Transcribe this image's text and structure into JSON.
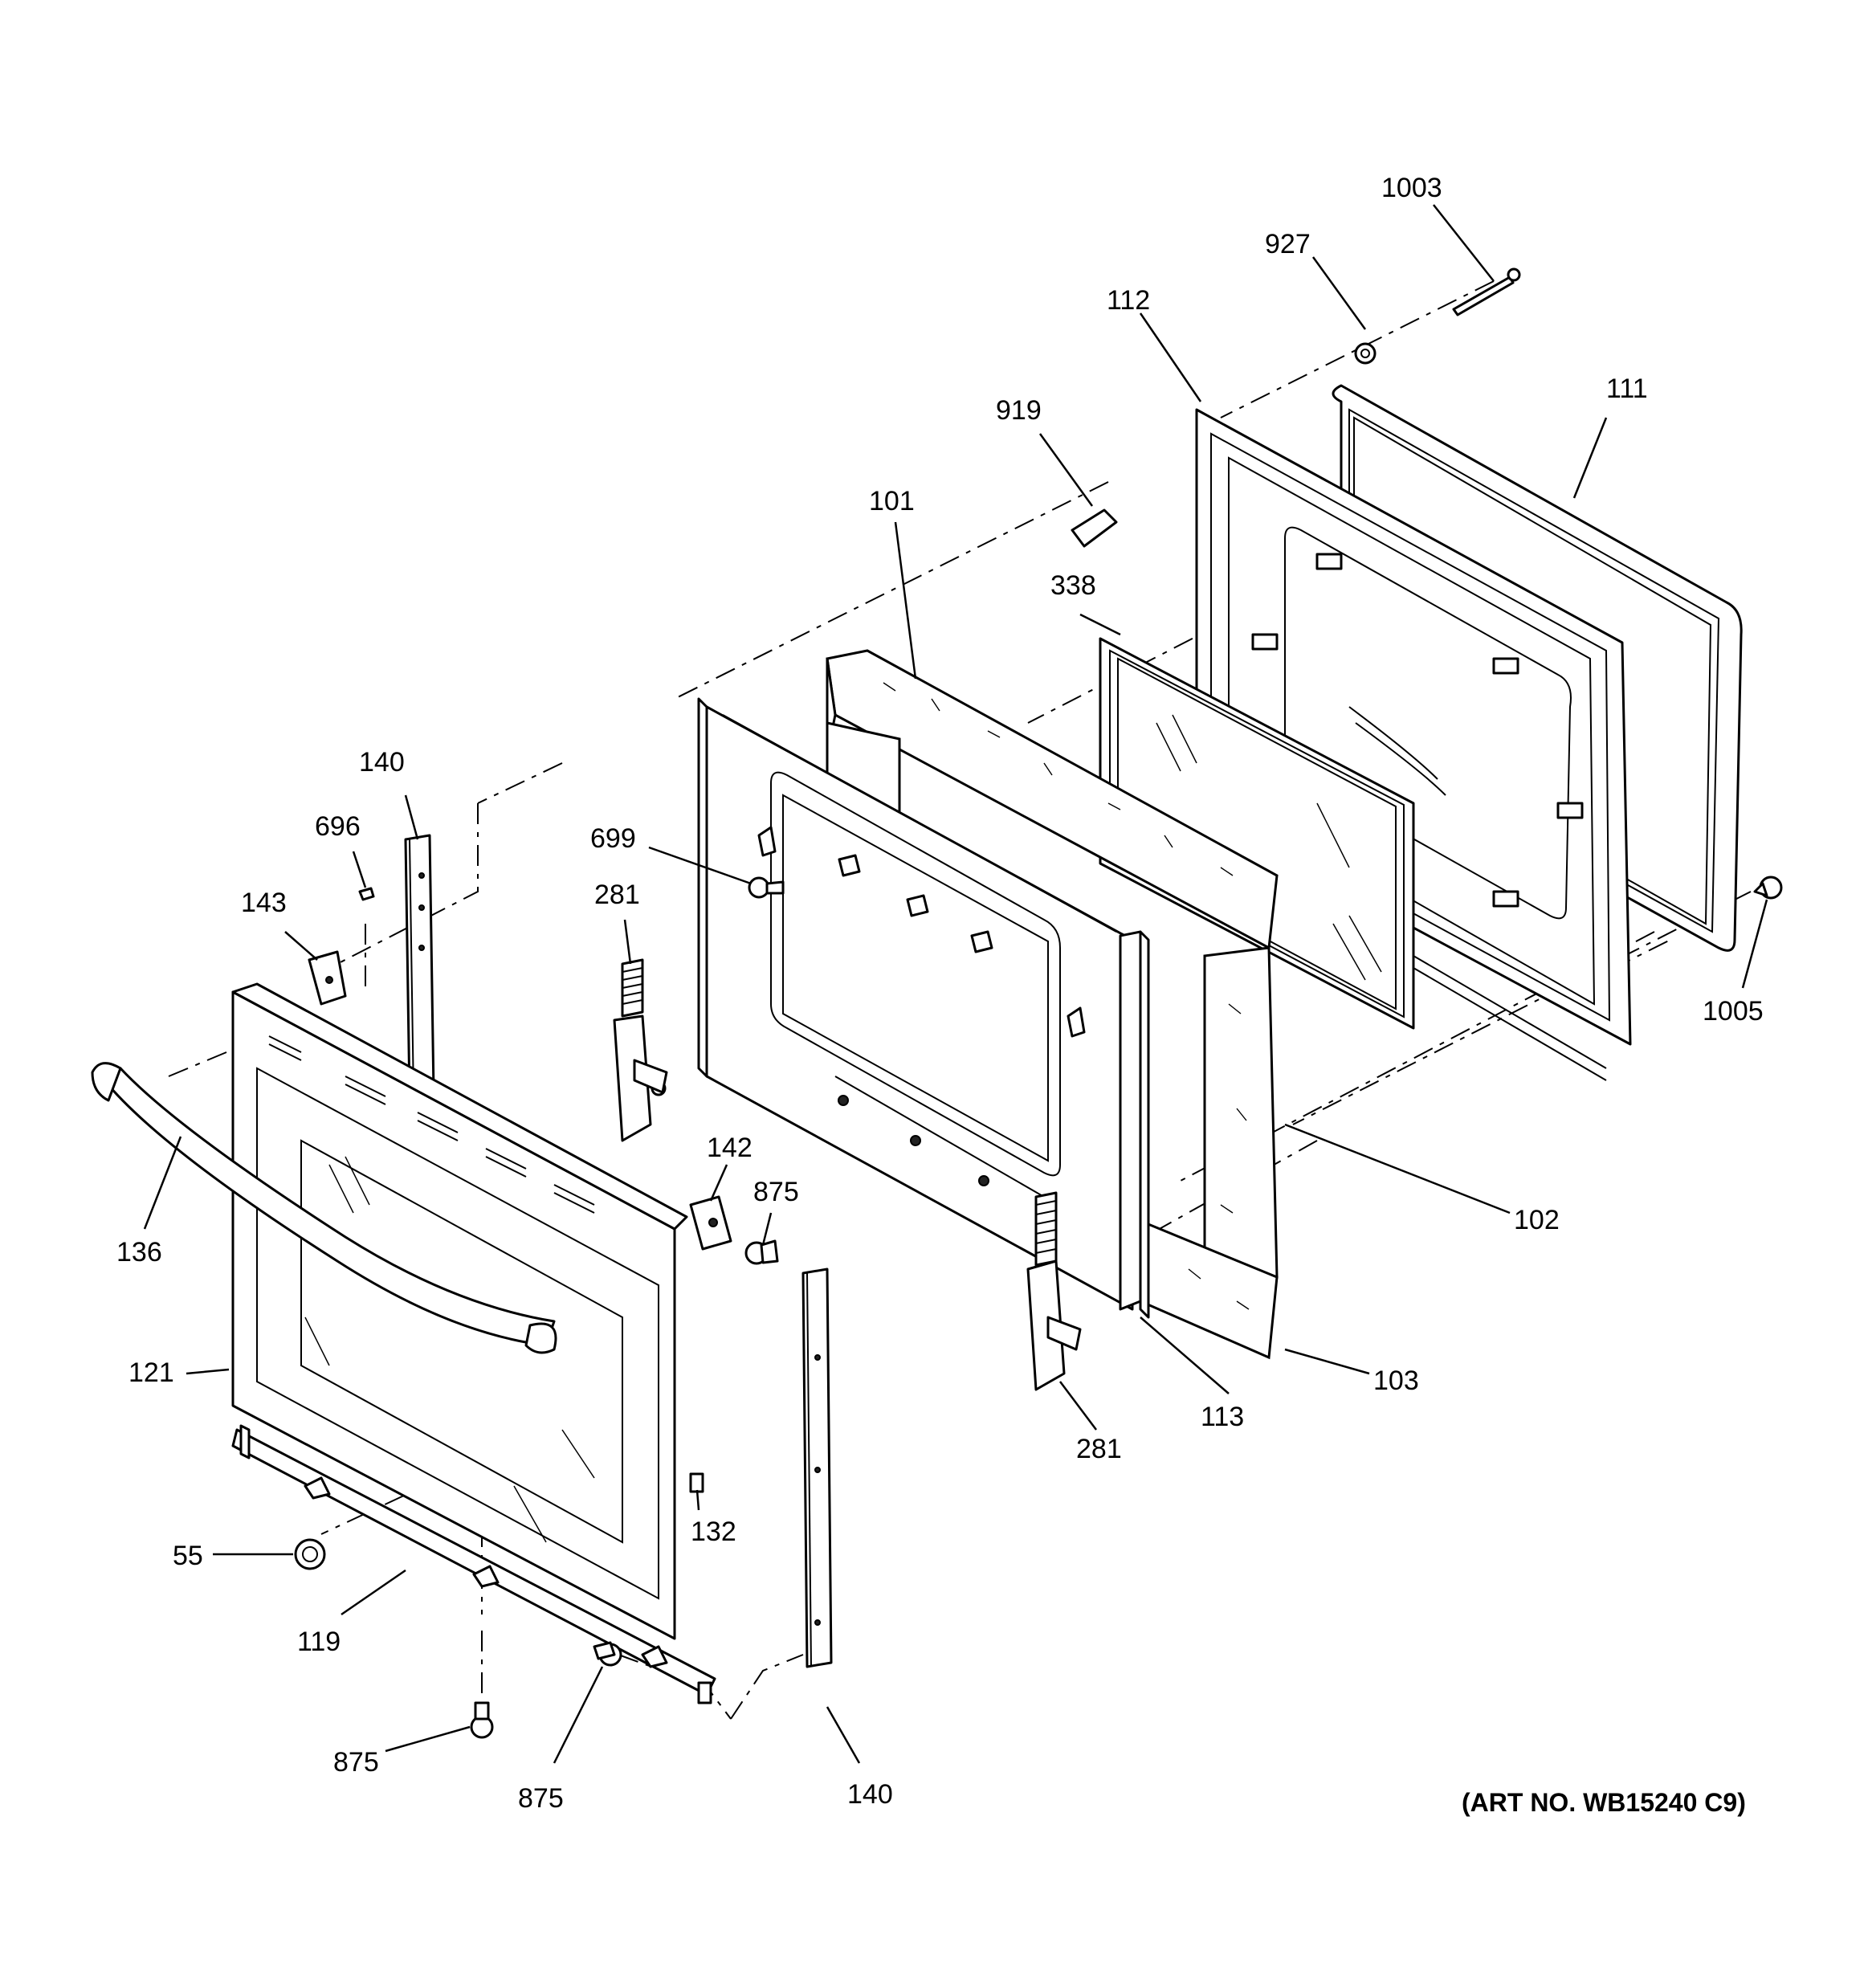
{
  "art_number": "(ART NO. WB15240 C9)",
  "callouts": {
    "c1003": "1003",
    "c927": "927",
    "c112": "112",
    "c111": "111",
    "c919": "919",
    "c101": "101",
    "c338": "338",
    "c140_top": "140",
    "c696": "696",
    "c699": "699",
    "c143": "143",
    "c281_left": "281",
    "c1005": "1005",
    "c136": "136",
    "c142": "142",
    "c875_mid": "875",
    "c102": "102",
    "c121": "121",
    "c103": "103",
    "c113": "113",
    "c281_bottom": "281",
    "c55": "55",
    "c132": "132",
    "c119": "119",
    "c875_bottom_left": "875",
    "c875_bottom": "875",
    "c140_bottom": "140"
  }
}
